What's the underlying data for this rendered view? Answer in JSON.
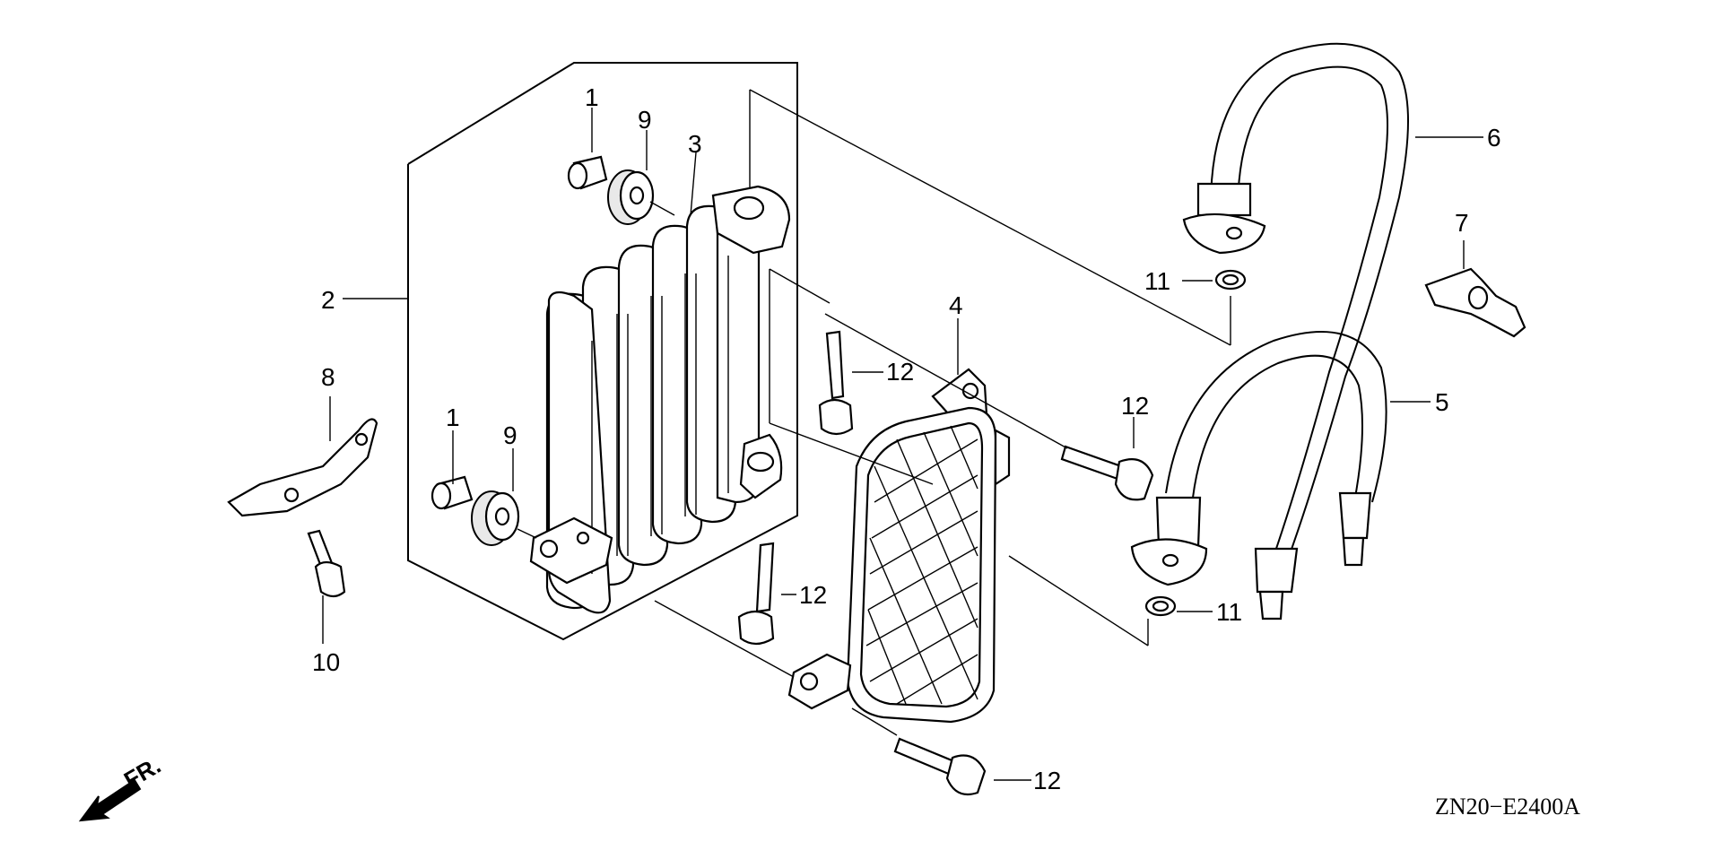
{
  "diagram": {
    "code": "ZN20−E2400A",
    "direction": "FR.",
    "callouts": [
      "1",
      "9",
      "3",
      "2",
      "4",
      "12",
      "8",
      "1",
      "9",
      "12",
      "10",
      "12",
      "6",
      "7",
      "11",
      "5",
      "11",
      "12"
    ]
  }
}
